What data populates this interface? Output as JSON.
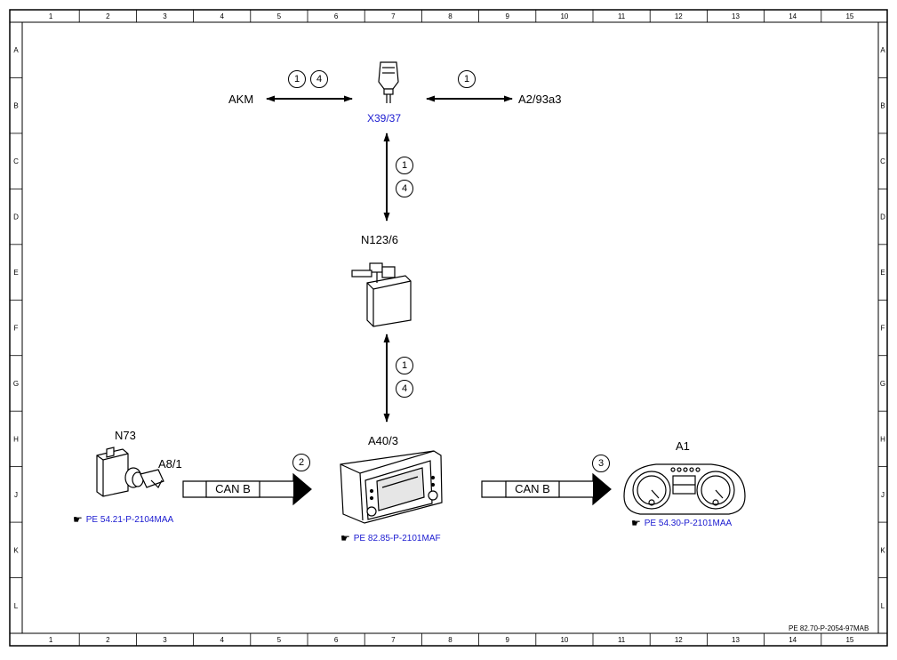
{
  "frame": {
    "columns": [
      "1",
      "2",
      "3",
      "4",
      "5",
      "6",
      "7",
      "8",
      "9",
      "10",
      "11",
      "12",
      "13",
      "14",
      "15"
    ],
    "rows": [
      "A",
      "B",
      "C",
      "D",
      "E",
      "F",
      "G",
      "H",
      "J",
      "K",
      "L"
    ],
    "document_id": "PE 82.70-P-2054-97MAB"
  },
  "components": {
    "akm": "AKM",
    "x39_37": "X39/37",
    "a2_93a3": "A2/93a3",
    "n123_6": "N123/6",
    "n73": "N73",
    "a8_1": "A8/1",
    "a40_3": "A40/3",
    "a1": "A1"
  },
  "bus": {
    "left": "CAN B",
    "right": "CAN B"
  },
  "steps": {
    "akm_1": "1",
    "akm_4": "4",
    "a2_1": "1",
    "upper_1": "1",
    "upper_4": "4",
    "lower_1": "1",
    "lower_4": "4",
    "can_left": "2",
    "can_right": "3"
  },
  "references": {
    "n73": "PE 54.21-P-2104MAA",
    "a40_3": "PE 82.85-P-2101MAF",
    "a1": "PE 54.30-P-2101MAA"
  },
  "icons": {
    "reference": "pointing-hand-icon"
  }
}
